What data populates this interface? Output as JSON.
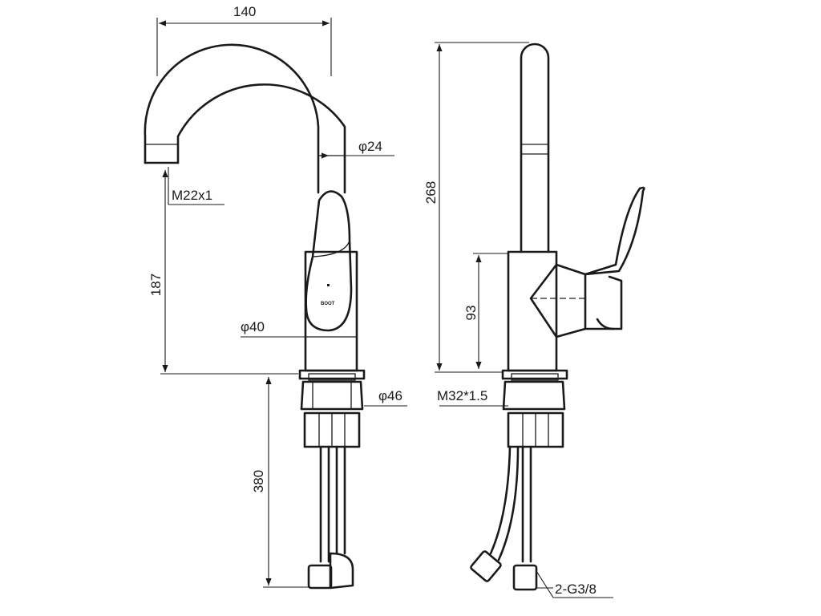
{
  "dimensions": {
    "spout_reach": "140",
    "spout_tube": "φ24",
    "aerator_thread": "M22x1",
    "spout_height": "187",
    "body_diameter": "φ40",
    "base_diameter": "φ46",
    "shank_length": "380",
    "total_height": "268",
    "lever_height": "93",
    "mount_thread": "M32*1.5",
    "hose_thread": "2-G3/8"
  },
  "branding": {
    "logo_text": "BOOT"
  },
  "colors": {
    "ink": "#1a1a1a",
    "background": "#ffffff"
  }
}
